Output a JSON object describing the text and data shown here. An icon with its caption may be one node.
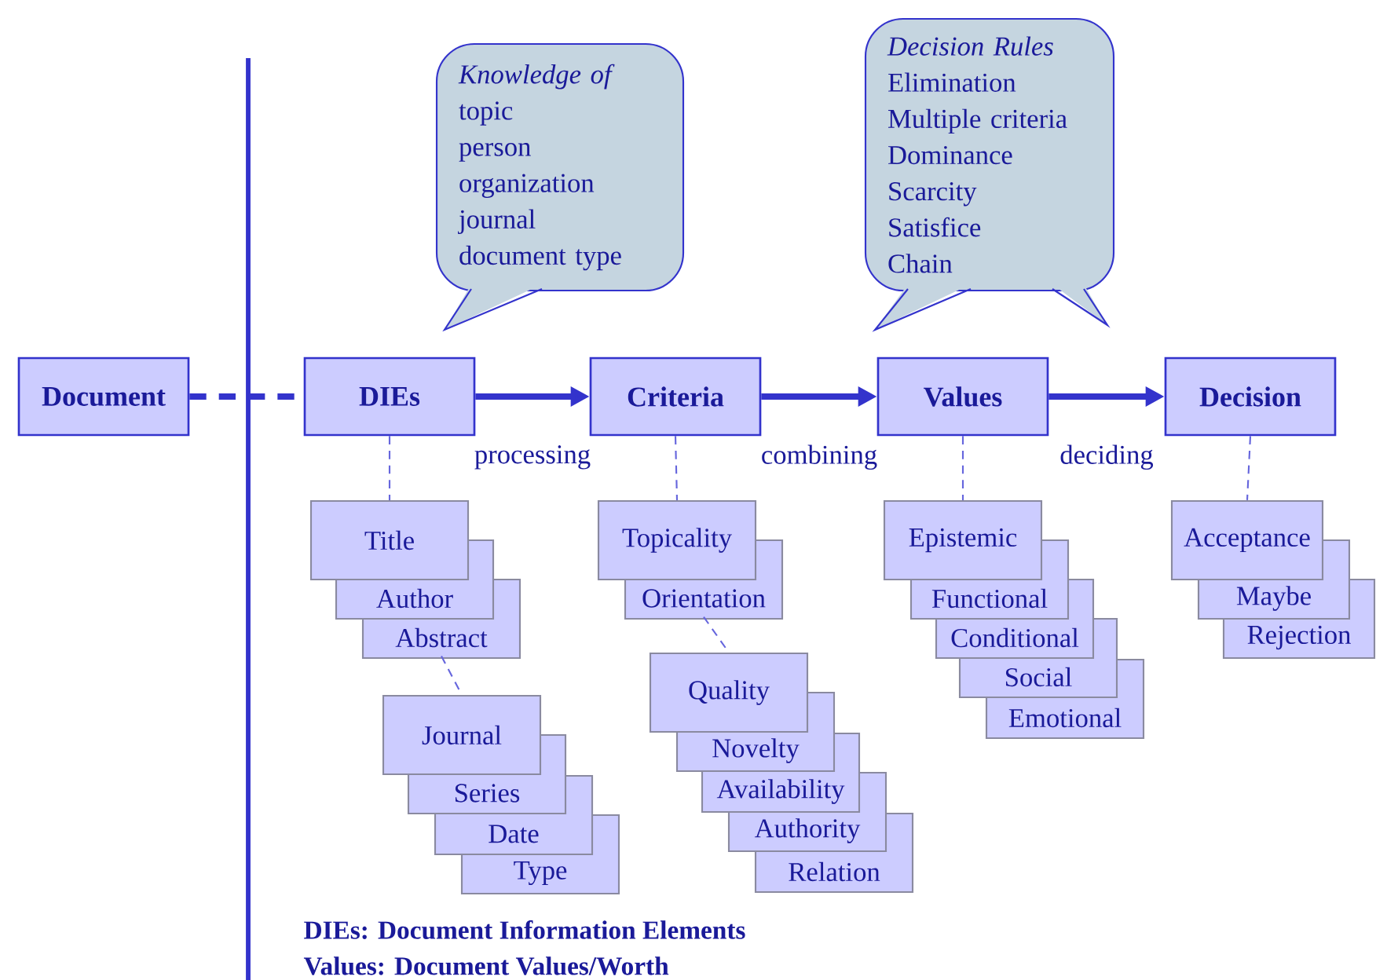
{
  "diagram": {
    "nodes": [
      {
        "text": [
          "Document"
        ]
      },
      {
        "text": [
          "DIEs"
        ]
      },
      {
        "text": [
          "Criteria"
        ]
      },
      {
        "text": [
          "Values"
        ]
      },
      {
        "text": [
          "Decision"
        ]
      },
      {
        "text": [
          "Knowledge of",
          "topic",
          "person",
          "organization",
          "journal",
          "document type"
        ]
      },
      {
        "text": [
          "Decision Rules",
          "Elimination",
          "Multiple criteria",
          "Dominance",
          "Scarcity",
          "Satisfice",
          "Chain"
        ]
      },
      {
        "text": [
          "Title"
        ]
      },
      {
        "text": [
          "Author"
        ]
      },
      {
        "text": [
          "Abstract"
        ]
      },
      {
        "text": [
          "Journal"
        ]
      },
      {
        "text": [
          "Series"
        ]
      },
      {
        "text": [
          "Date"
        ]
      },
      {
        "text": [
          "Type"
        ]
      },
      {
        "text": [
          "Topicality"
        ]
      },
      {
        "text": [
          "Orientation"
        ]
      },
      {
        "text": [
          "Quality"
        ]
      },
      {
        "text": [
          "Novelty"
        ]
      },
      {
        "text": [
          "Availability"
        ]
      },
      {
        "text": [
          "Authority"
        ]
      },
      {
        "text": [
          "Relation"
        ]
      },
      {
        "text": [
          "Epistemic"
        ]
      },
      {
        "text": [
          "Functional"
        ]
      },
      {
        "text": [
          "Conditional"
        ]
      },
      {
        "text": [
          "Social"
        ]
      },
      {
        "text": [
          "Emotional"
        ]
      },
      {
        "text": [
          "Acceptance"
        ]
      },
      {
        "text": [
          "Maybe"
        ]
      },
      {
        "text": [
          "Rejection"
        ]
      }
    ],
    "edges": [
      {
        "from": 0,
        "to": 1,
        "arrow": "none",
        "style": "dashed"
      },
      {
        "from": 1,
        "to": 2,
        "arrow": "to",
        "label": "processing",
        "style": "thick"
      },
      {
        "from": 2,
        "to": 3,
        "arrow": "to",
        "label": "combining",
        "style": "thick"
      },
      {
        "from": 3,
        "to": 4,
        "arrow": "to",
        "label": "deciding",
        "style": "thick"
      },
      {
        "from": 1,
        "to": 7,
        "arrow": "none",
        "style": "dashed",
        "color": "#6666dd"
      },
      {
        "from": 9,
        "to": 10,
        "arrow": "none",
        "style": "dashed",
        "color": "#6666dd"
      },
      {
        "from": 2,
        "to": 14,
        "arrow": "none",
        "style": "dashed",
        "color": "#6666dd"
      },
      {
        "from": 15,
        "to": 16,
        "arrow": "none",
        "style": "dashed",
        "color": "#6666dd"
      },
      {
        "from": 3,
        "to": 21,
        "arrow": "none",
        "style": "dashed",
        "color": "#6666dd"
      },
      {
        "from": 4,
        "to": 26,
        "arrow": "none",
        "style": "dashed",
        "color": "#6666dd"
      }
    ],
    "labels": [
      "DIEs: Document Information Elements",
      "Values: Document Values/Worth"
    ]
  }
}
